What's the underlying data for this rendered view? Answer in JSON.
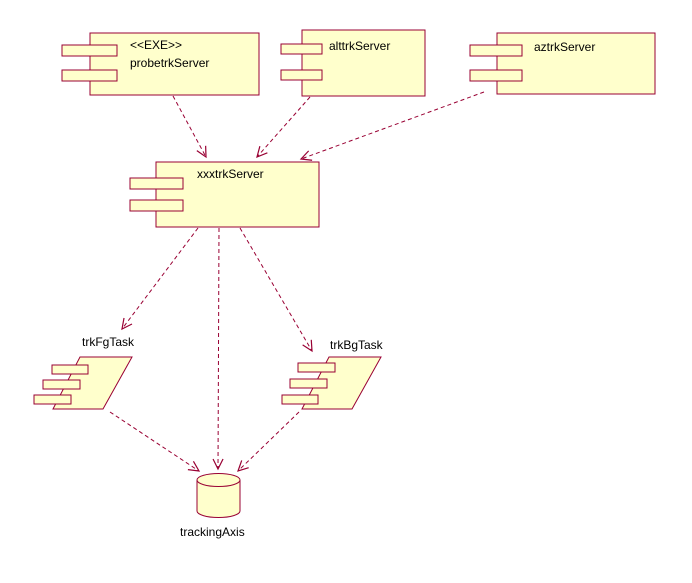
{
  "diagram": {
    "kind": "uml-component-diagram",
    "background_color": "#ffffff",
    "shape_fill_color": "#ffffcc",
    "line_color": "#990033",
    "text_color": "#000000",
    "nodes": {
      "probetrkServer": {
        "kind": "component",
        "stereotype": "<<EXE>>",
        "label": "probetrkServer"
      },
      "alttrkServer": {
        "kind": "component",
        "label": "alttrkServer"
      },
      "aztrkServer": {
        "kind": "component",
        "label": "aztrkServer"
      },
      "xxxtrkServer": {
        "kind": "component",
        "label": "xxxtrkServer"
      },
      "trkFgTask": {
        "kind": "task",
        "label": "trkFgTask"
      },
      "trkBgTask": {
        "kind": "task",
        "label": "trkBgTask"
      },
      "trackingAxis": {
        "kind": "database",
        "label": "trackingAxis"
      }
    },
    "dependencies": [
      {
        "from": "probetrkServer",
        "to": "xxxtrkServer",
        "line_style": "dashed-open-arrow"
      },
      {
        "from": "alttrkServer",
        "to": "xxxtrkServer",
        "line_style": "dashed-open-arrow"
      },
      {
        "from": "aztrkServer",
        "to": "xxxtrkServer",
        "line_style": "dashed-open-arrow"
      },
      {
        "from": "xxxtrkServer",
        "to": "trkFgTask",
        "line_style": "dashed-open-arrow"
      },
      {
        "from": "xxxtrkServer",
        "to": "trackingAxis",
        "line_style": "dashed-open-arrow"
      },
      {
        "from": "xxxtrkServer",
        "to": "trkBgTask",
        "line_style": "dashed-open-arrow"
      },
      {
        "from": "trkFgTask",
        "to": "trackingAxis",
        "line_style": "dashed-open-arrow"
      },
      {
        "from": "trkBgTask",
        "to": "trackingAxis",
        "line_style": "dashed-open-arrow"
      }
    ]
  }
}
